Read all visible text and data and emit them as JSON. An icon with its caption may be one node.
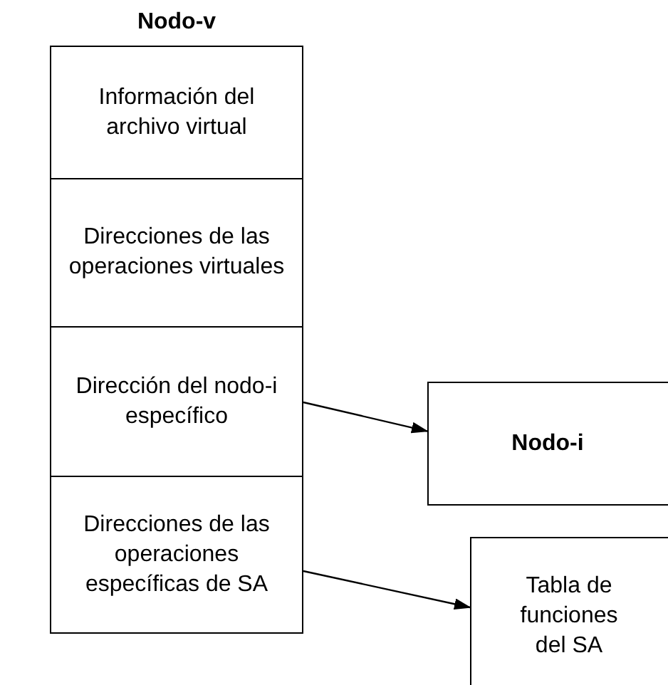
{
  "diagram": {
    "nodes": [
      {
        "text": [
          "Nodo-v"
        ]
      },
      {
        "text": [
          "Información del archivo virtual"
        ],
        "in": 0
      },
      {
        "text": [
          "Direcciones de las operaciones virtuales"
        ],
        "in": 0
      },
      {
        "text": [
          "Dirección del nodo-i específico"
        ],
        "in": 0
      },
      {
        "text": [
          "Direcciones de las operaciones específicas de SA"
        ],
        "in": 0
      },
      {
        "text": [
          "Nodo-i"
        ]
      },
      {
        "text": [
          "Tabla de funciones del SA"
        ]
      }
    ],
    "edges": [
      {
        "from": 3,
        "to": 5,
        "arrow": "to"
      },
      {
        "from": 4,
        "to": 6,
        "arrow": "to"
      }
    ]
  }
}
